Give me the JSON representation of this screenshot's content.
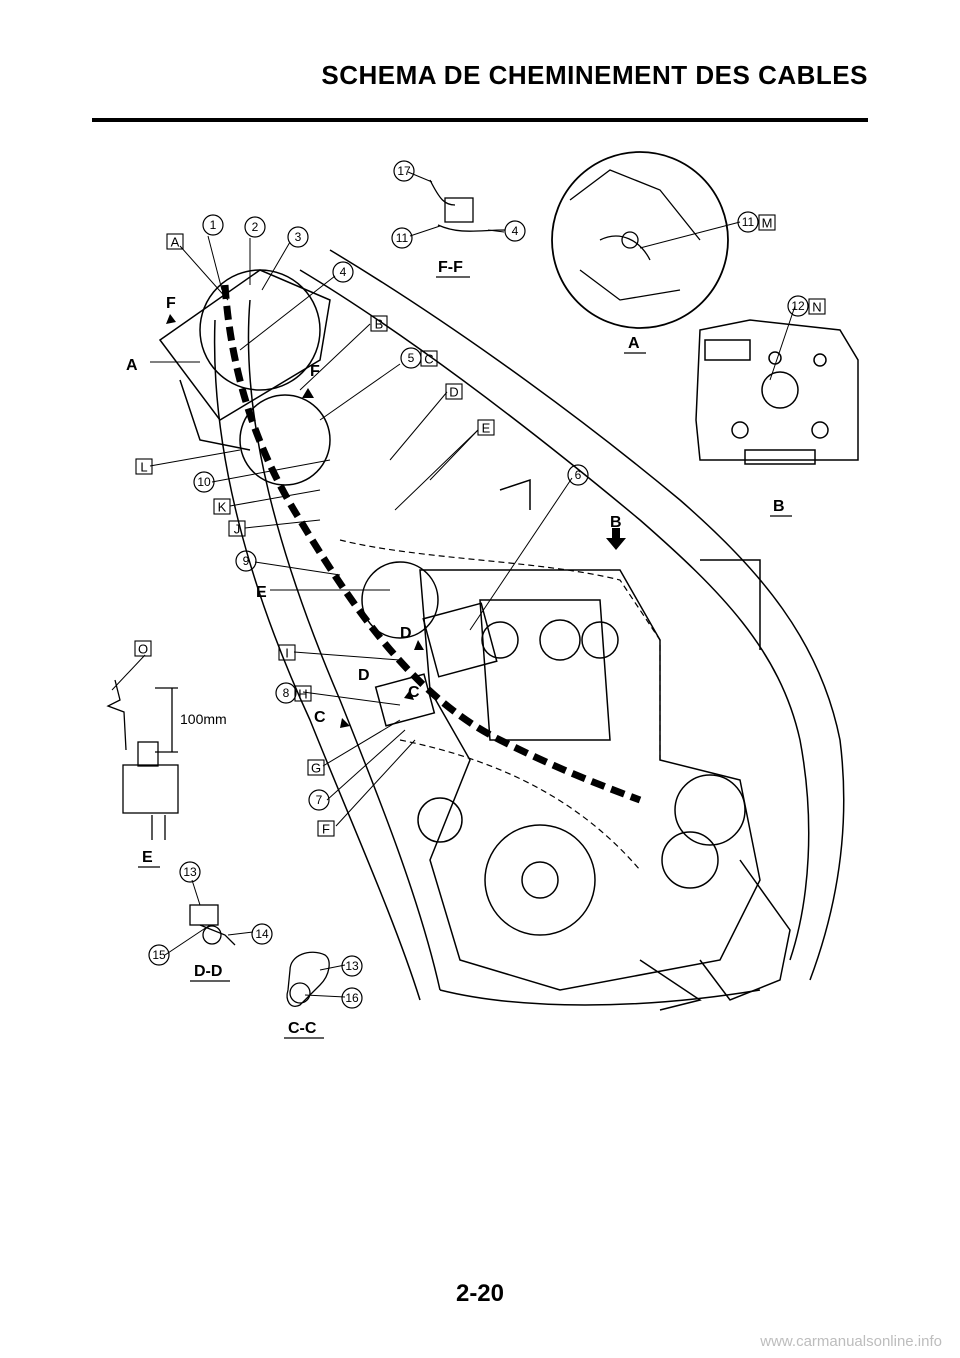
{
  "header": {
    "title": "SCHEMA DE CHEMINEMENT DES CABLES"
  },
  "footer": {
    "page_number": "2-20",
    "watermark": "www.carmanualsonline.info"
  },
  "diagram": {
    "callout_numbers": [
      "1",
      "2",
      "3",
      "4",
      "5",
      "6",
      "7",
      "8",
      "9",
      "10",
      "11",
      "12",
      "13",
      "14",
      "15",
      "16",
      "17"
    ],
    "box_letters": [
      "A",
      "B",
      "C",
      "D",
      "E",
      "F",
      "G",
      "H",
      "I",
      "J",
      "K",
      "L",
      "M",
      "N",
      "O"
    ],
    "section_labels": {
      "ff": "F-F",
      "a": "A",
      "b": "B",
      "e": "E",
      "dd": "D-D",
      "cc": "C-C"
    },
    "view_markers": {
      "f": "F",
      "a": "A",
      "b": "B",
      "c": "C",
      "d": "D",
      "e": "E"
    },
    "dimension": "100mm",
    "callouts": {
      "c1": "1",
      "c2": "2",
      "c3": "3",
      "c4": "4",
      "c5": "5",
      "c6": "6",
      "c7": "7",
      "c8": "8",
      "c9": "9",
      "c10": "10",
      "c11": "11",
      "c12": "12",
      "c13": "13",
      "c14": "14",
      "c15": "15",
      "c16": "16",
      "c17": "17"
    },
    "boxes": {
      "A": "A",
      "B": "B",
      "C": "C",
      "D": "D",
      "E": "E",
      "F": "F",
      "G": "G",
      "H": "H",
      "I": "I",
      "J": "J",
      "K": "K",
      "L": "L",
      "M": "M",
      "N": "N",
      "O": "O"
    }
  }
}
